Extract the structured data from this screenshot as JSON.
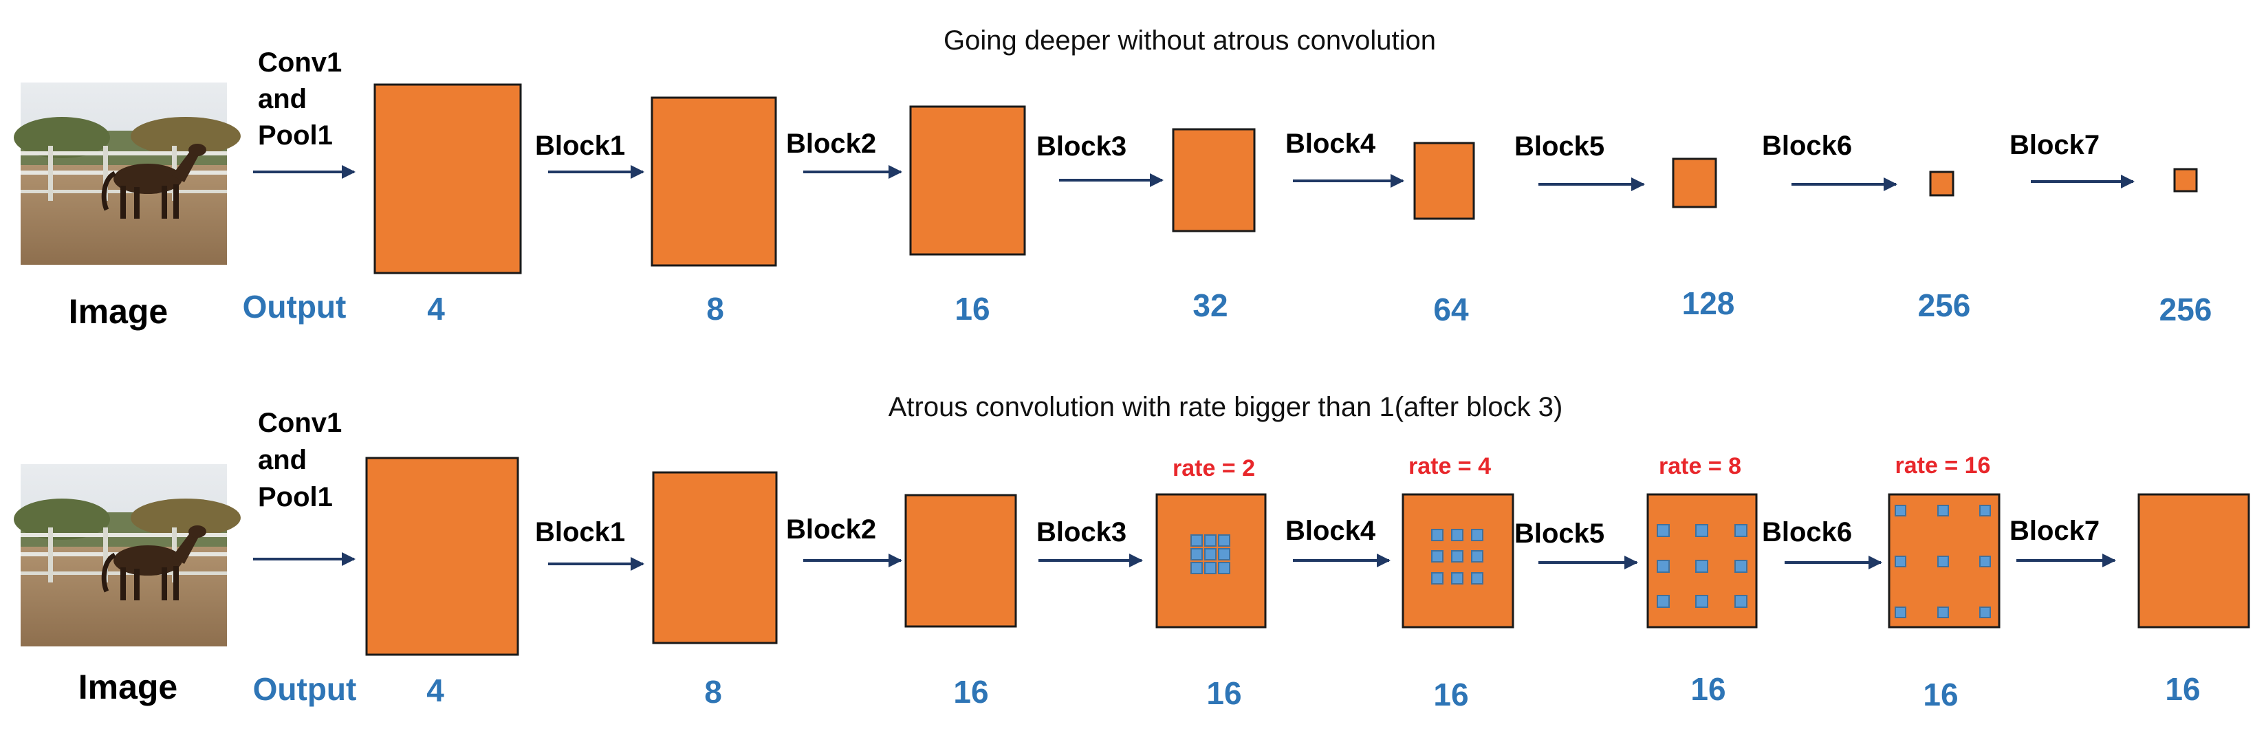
{
  "colors": {
    "feature_map": "#ed7d31",
    "feature_map_border": "#1a1a1a",
    "arrow": "#1f3864",
    "output_text": "#2e75b6",
    "rate_text": "#e8272b",
    "kernel_fill": "#5b9bd5",
    "kernel_border": "#41719c"
  },
  "rows": [
    {
      "title": "Going deeper without atrous convolution",
      "image_label": "Image",
      "input_label": [
        "Conv1",
        "and",
        "Pool1"
      ],
      "output_label": "Output",
      "stages": [
        {
          "block": "",
          "output": "4",
          "rate": ""
        },
        {
          "block": "Block1",
          "output": "8",
          "rate": ""
        },
        {
          "block": "Block2",
          "output": "16",
          "rate": ""
        },
        {
          "block": "Block3",
          "output": "32",
          "rate": ""
        },
        {
          "block": "Block4",
          "output": "64",
          "rate": ""
        },
        {
          "block": "Block5",
          "output": "128",
          "rate": ""
        },
        {
          "block": "Block6",
          "output": "256",
          "rate": ""
        },
        {
          "block": "Block7",
          "output": "256",
          "rate": ""
        }
      ]
    },
    {
      "title": "Atrous convolution with rate bigger than 1(after block 3)",
      "image_label": "Image",
      "input_label": [
        "Conv1",
        "and",
        "Pool1"
      ],
      "output_label": "Output",
      "stages": [
        {
          "block": "",
          "output": "4",
          "rate": ""
        },
        {
          "block": "Block1",
          "output": "8",
          "rate": ""
        },
        {
          "block": "Block2",
          "output": "16",
          "rate": ""
        },
        {
          "block": "Block3",
          "output": "16",
          "rate": "rate = 2"
        },
        {
          "block": "Block4",
          "output": "16",
          "rate": "rate = 4"
        },
        {
          "block": "Block5",
          "output": "16",
          "rate": "rate = 8"
        },
        {
          "block": "Block6",
          "output": "16",
          "rate": "rate = 16"
        },
        {
          "block": "Block7",
          "output": "16",
          "rate": ""
        }
      ]
    }
  ]
}
